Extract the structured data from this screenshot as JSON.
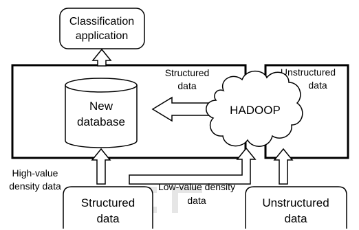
{
  "nodes": {
    "classification_app": [
      "Classification",
      "application"
    ],
    "new_database": [
      "New",
      "database"
    ],
    "hadoop": "HADOOP",
    "structured_source": [
      "Structured",
      "data"
    ],
    "unstructured_source": [
      "Unstructured",
      "data"
    ]
  },
  "edge_labels": {
    "structured_data": [
      "Structured",
      "data"
    ],
    "unstructured_data": [
      "Unstructured",
      "data"
    ],
    "high_value": [
      "High-value",
      "density data"
    ],
    "low_value": [
      "Low-value density",
      "data"
    ]
  },
  "colors": {
    "stroke": "#000000",
    "fill": "#ffffff",
    "text": "#000000",
    "watermark": "#e6e6e6"
  }
}
